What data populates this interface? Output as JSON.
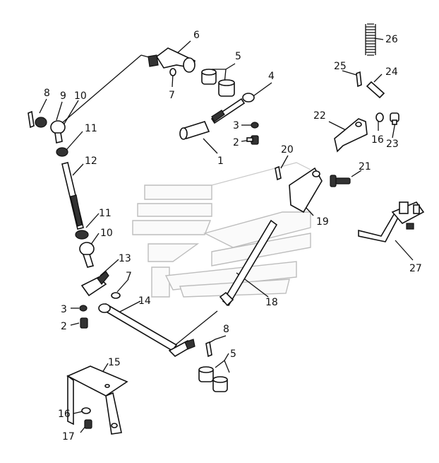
{
  "diagram": {
    "callouts": [
      {
        "id": "c1",
        "text": "1"
      },
      {
        "id": "c2a",
        "text": "2"
      },
      {
        "id": "c2b",
        "text": "2"
      },
      {
        "id": "c3a",
        "text": "3"
      },
      {
        "id": "c3b",
        "text": "3"
      },
      {
        "id": "c4",
        "text": "4"
      },
      {
        "id": "c5a",
        "text": "5"
      },
      {
        "id": "c5b",
        "text": "5"
      },
      {
        "id": "c6",
        "text": "6"
      },
      {
        "id": "c7a",
        "text": "7"
      },
      {
        "id": "c7b",
        "text": "7"
      },
      {
        "id": "c8a",
        "text": "8"
      },
      {
        "id": "c8b",
        "text": "8"
      },
      {
        "id": "c9",
        "text": "9"
      },
      {
        "id": "c10a",
        "text": "10"
      },
      {
        "id": "c10b",
        "text": "10"
      },
      {
        "id": "c11a",
        "text": "11"
      },
      {
        "id": "c11b",
        "text": "11"
      },
      {
        "id": "c12",
        "text": "12"
      },
      {
        "id": "c13",
        "text": "13"
      },
      {
        "id": "c14",
        "text": "14"
      },
      {
        "id": "c15",
        "text": "15"
      },
      {
        "id": "c16a",
        "text": "16"
      },
      {
        "id": "c16b",
        "text": "16"
      },
      {
        "id": "c17",
        "text": "17"
      },
      {
        "id": "c18",
        "text": "18"
      },
      {
        "id": "c19",
        "text": "19"
      },
      {
        "id": "c20",
        "text": "20"
      },
      {
        "id": "c21",
        "text": "21"
      },
      {
        "id": "c22",
        "text": "22"
      },
      {
        "id": "c23",
        "text": "23"
      },
      {
        "id": "c24",
        "text": "24"
      },
      {
        "id": "c25",
        "text": "25"
      },
      {
        "id": "c26",
        "text": "26"
      },
      {
        "id": "c27",
        "text": "27"
      }
    ]
  }
}
